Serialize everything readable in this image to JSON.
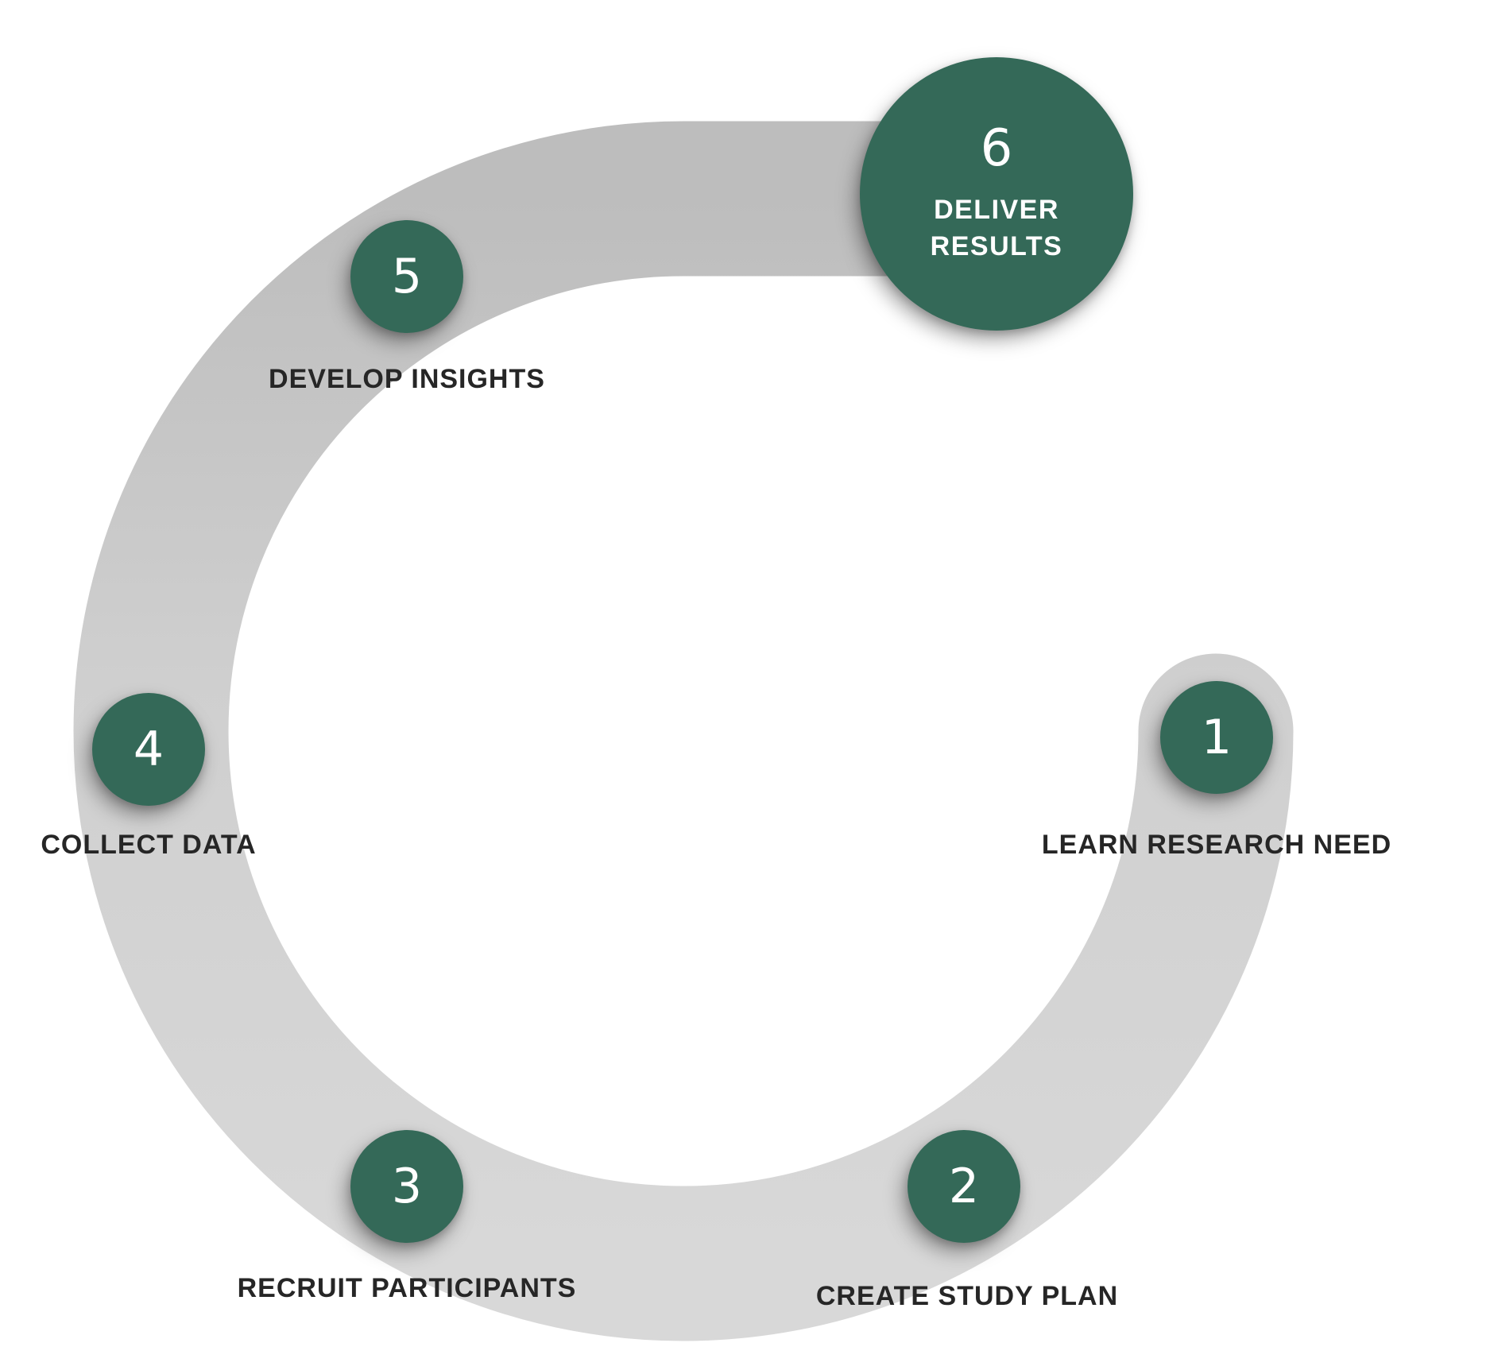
{
  "diagram": {
    "colors": {
      "node": "#346958",
      "node_text": "#ffffff",
      "label_text": "#262626",
      "track_light": "#d7d7d7",
      "track_dark": "#bfbfbf"
    },
    "steps": [
      {
        "number": "1",
        "label": "LEARN RESEARCH NEED"
      },
      {
        "number": "2",
        "label": "CREATE STUDY PLAN"
      },
      {
        "number": "3",
        "label": "RECRUIT PARTICIPANTS"
      },
      {
        "number": "4",
        "label": "COLLECT DATA"
      },
      {
        "number": "5",
        "label": "DEVELOP INSIGHTS"
      },
      {
        "number": "6",
        "label_line1": "DELIVER",
        "label_line2": "RESULTS"
      }
    ]
  }
}
